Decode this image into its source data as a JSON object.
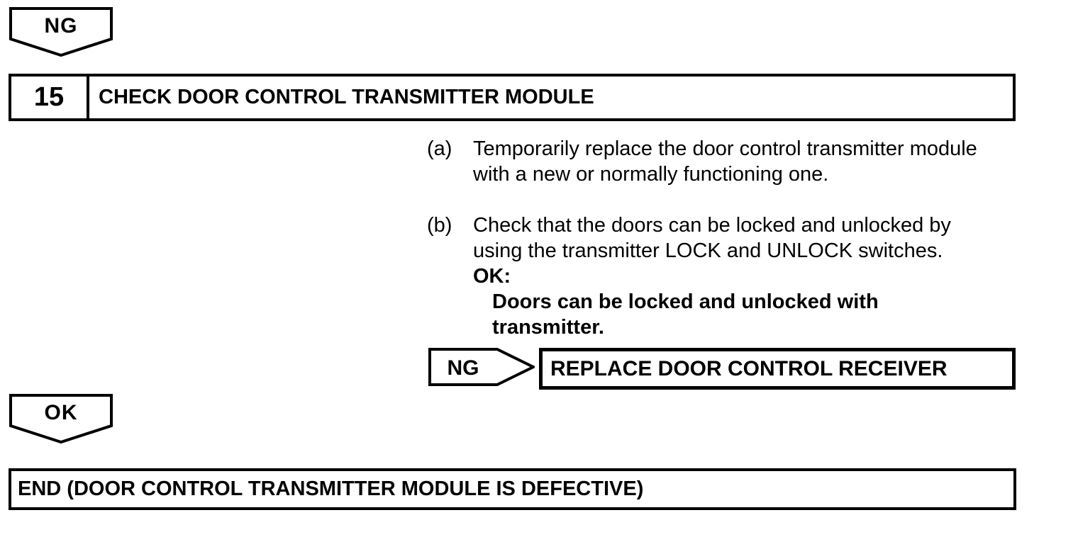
{
  "palette": {
    "ink": "#000000",
    "paper": "#ffffff"
  },
  "flowchart": {
    "entry_connector": {
      "label": "NG"
    },
    "step": {
      "number": "15",
      "title": "CHECK DOOR CONTROL TRANSMITTER MODULE"
    },
    "instructions": [
      {
        "label": "(a)",
        "lines": [
          "Temporarily replace the door control transmitter module",
          "with a new or normally functioning one."
        ]
      },
      {
        "label": "(b)",
        "lines": [
          "Check that the doors can be locked and unlocked by",
          "using the transmitter LOCK and UNLOCK switches."
        ],
        "criterion_label": "OK:",
        "criterion_lines": [
          "Doors can be locked and unlocked with",
          "transmitter."
        ]
      }
    ],
    "ng_branch": {
      "connector_label": "NG",
      "action": "REPLACE DOOR CONTROL RECEIVER"
    },
    "exit_connector": {
      "label": "OK"
    },
    "terminal": {
      "text": "END (DOOR CONTROL TRANSMITTER MODULE IS DEFECTIVE)"
    }
  }
}
